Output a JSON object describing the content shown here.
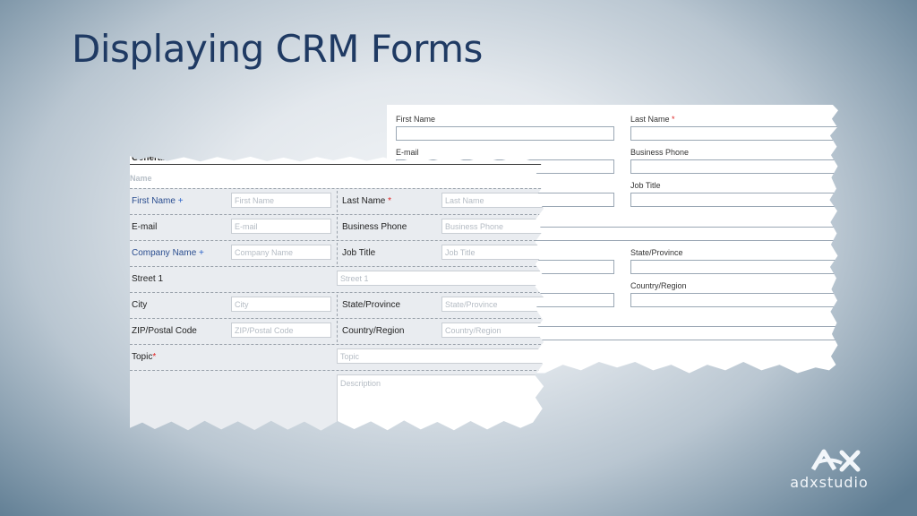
{
  "slide": {
    "title": "Displaying CRM Forms"
  },
  "back_form": {
    "first_name": "First Name",
    "last_name": "Last Name",
    "last_name_required": "*",
    "email": "E-mail",
    "business_phone": "Business Phone",
    "job_title": "Job Title",
    "state_province": "State/Province",
    "country_region": "Country/Region"
  },
  "front_form": {
    "section_title": "General",
    "name_header": "Name",
    "rows": [
      {
        "left_label": "First Name",
        "left_marker": "+",
        "left_placeholder": "First Name",
        "right_label": "Last Name",
        "right_marker": "*",
        "right_placeholder": "Last Name"
      },
      {
        "left_label": "E-mail",
        "left_marker": "",
        "left_placeholder": "E-mail",
        "right_label": "Business Phone",
        "right_marker": "",
        "right_placeholder": "Business Phone"
      },
      {
        "left_label": "Company Name",
        "left_marker": "+",
        "left_placeholder": "Company Name",
        "right_label": "Job Title",
        "right_marker": "",
        "right_placeholder": "Job Title"
      },
      {
        "left_label": "Street 1",
        "left_marker": "",
        "placeholder": "Street 1"
      },
      {
        "left_label": "City",
        "left_marker": "",
        "left_placeholder": "City",
        "right_label": "State/Province",
        "right_marker": "",
        "right_placeholder": "State/Province"
      },
      {
        "left_label": "ZIP/Postal Code",
        "left_marker": "",
        "left_placeholder": "ZIP/Postal Code",
        "right_label": "Country/Region",
        "right_marker": "",
        "right_placeholder": "Country/Region"
      },
      {
        "left_label": "Topic",
        "left_marker": "*",
        "placeholder": "Topic"
      }
    ],
    "description_placeholder": "Description"
  },
  "logo": {
    "text": "adxstudio"
  },
  "colors": {
    "title": "#1f3a63",
    "required": "#e02020",
    "recommended": "#2a62c8",
    "placeholder": "#b5bcc4",
    "row_bg": "#e9ecf0"
  }
}
